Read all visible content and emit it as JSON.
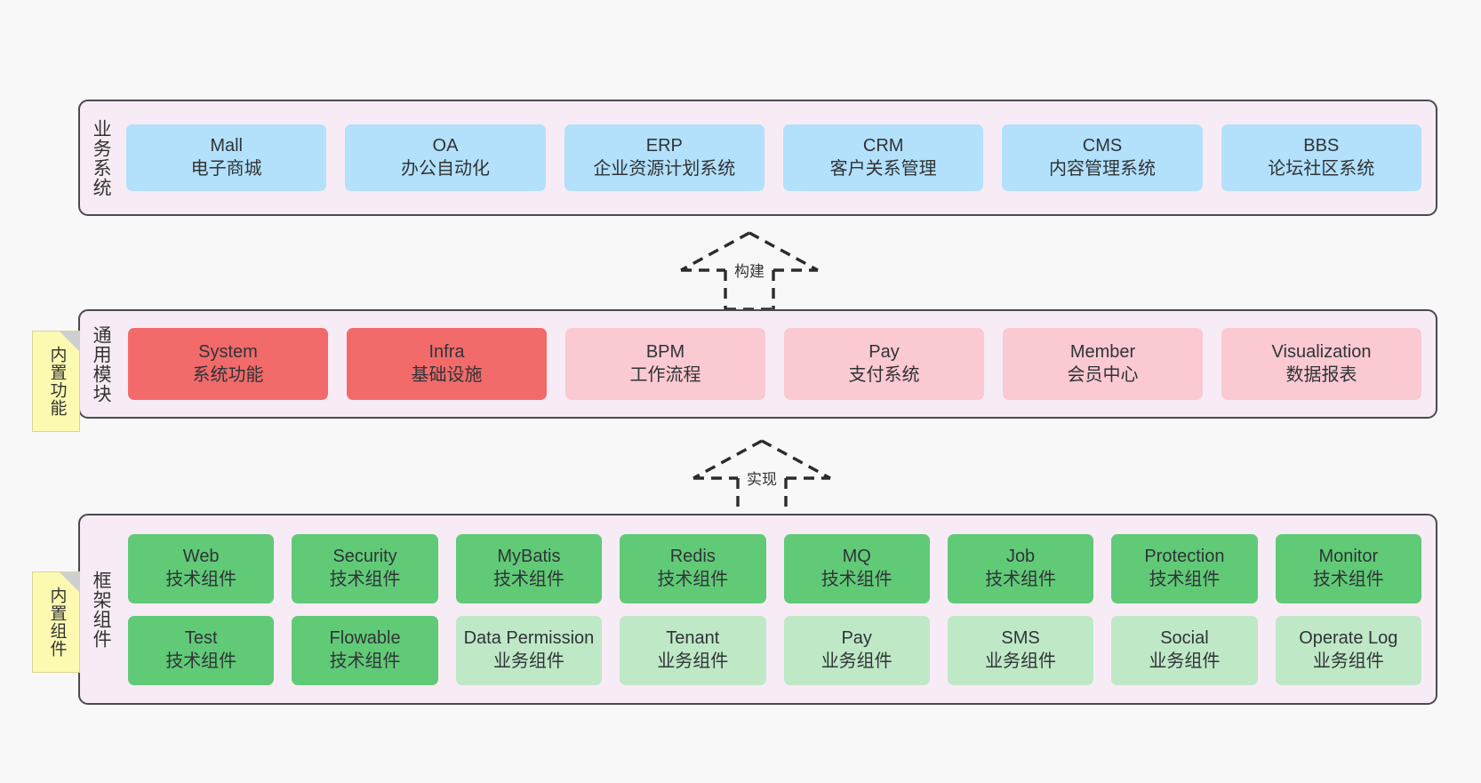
{
  "diagram": {
    "layers": [
      {
        "id": "business",
        "label": "业务系统",
        "rows": [
          {
            "cells": [
              {
                "en": "Mall",
                "cn": "电子商城",
                "style": "c-blue"
              },
              {
                "en": "OA",
                "cn": "办公自动化",
                "style": "c-blue"
              },
              {
                "en": "ERP",
                "cn": "企业资源计划系统",
                "style": "c-blue"
              },
              {
                "en": "CRM",
                "cn": "客户关系管理",
                "style": "c-blue"
              },
              {
                "en": "CMS",
                "cn": "内容管理系统",
                "style": "c-blue"
              },
              {
                "en": "BBS",
                "cn": "论坛社区系统",
                "style": "c-blue"
              }
            ]
          }
        ]
      },
      {
        "id": "common",
        "label": "通用模块",
        "rows": [
          {
            "cells": [
              {
                "en": "System",
                "cn": "系统功能",
                "style": "c-red"
              },
              {
                "en": "Infra",
                "cn": "基础设施",
                "style": "c-red"
              },
              {
                "en": "BPM",
                "cn": "工作流程",
                "style": "c-pink"
              },
              {
                "en": "Pay",
                "cn": "支付系统",
                "style": "c-pink"
              },
              {
                "en": "Member",
                "cn": "会员中心",
                "style": "c-pink"
              },
              {
                "en": "Visualization",
                "cn": "数据报表",
                "style": "c-pink"
              }
            ]
          }
        ]
      },
      {
        "id": "framework",
        "label": "框架组件",
        "rows": [
          {
            "cells": [
              {
                "en": "Web",
                "cn": "技术组件",
                "style": "c-green"
              },
              {
                "en": "Security",
                "cn": "技术组件",
                "style": "c-green"
              },
              {
                "en": "MyBatis",
                "cn": "技术组件",
                "style": "c-green"
              },
              {
                "en": "Redis",
                "cn": "技术组件",
                "style": "c-green"
              },
              {
                "en": "MQ",
                "cn": "技术组件",
                "style": "c-green"
              },
              {
                "en": "Job",
                "cn": "技术组件",
                "style": "c-green"
              },
              {
                "en": "Protection",
                "cn": "技术组件",
                "style": "c-green"
              },
              {
                "en": "Monitor",
                "cn": "技术组件",
                "style": "c-green"
              }
            ]
          },
          {
            "cells": [
              {
                "en": "Test",
                "cn": "技术组件",
                "style": "c-green"
              },
              {
                "en": "Flowable",
                "cn": "技术组件",
                "style": "c-green"
              },
              {
                "en": "Data Permission",
                "cn": "业务组件",
                "style": "c-greenlight",
                "wrap": true
              },
              {
                "en": "Tenant",
                "cn": "业务组件",
                "style": "c-greenlight"
              },
              {
                "en": "Pay",
                "cn": "业务组件",
                "style": "c-greenlight"
              },
              {
                "en": "SMS",
                "cn": "业务组件",
                "style": "c-greenlight"
              },
              {
                "en": "Social",
                "cn": "业务组件",
                "style": "c-greenlight"
              },
              {
                "en": "Operate Log",
                "cn": "业务组件",
                "style": "c-greenlight"
              }
            ]
          }
        ]
      }
    ],
    "connectors": [
      {
        "id": "build",
        "label": "构建"
      },
      {
        "id": "impl",
        "label": "实现"
      }
    ],
    "notes": [
      {
        "id": "functions",
        "label": "内置功能"
      },
      {
        "id": "components",
        "label": "内置组件"
      }
    ],
    "colors": {
      "container_bg": "#f7ebf5",
      "container_border": "#4a4a52",
      "blue": "#b3e0fb",
      "red": "#f26a6a",
      "pink": "#fbc9d1",
      "green": "#61ca77",
      "green_light": "#bfe8c7",
      "note_bg": "#fcfab0",
      "note_fold": "#cfcfcf",
      "canvas_bg": "#f8f8f8"
    }
  }
}
